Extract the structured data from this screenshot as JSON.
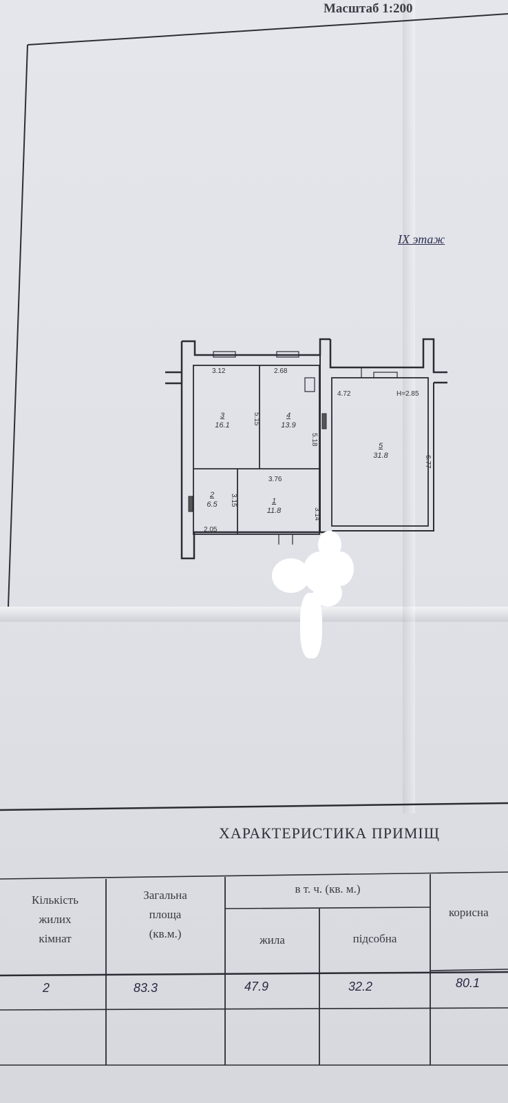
{
  "header": {
    "scale": "Масштаб   1:200"
  },
  "floor_label": "IX  этаж",
  "plan": {
    "rooms": [
      {
        "num": "1",
        "area": "11.8"
      },
      {
        "num": "2",
        "area": "6.5"
      },
      {
        "num": "3",
        "area": "16.1"
      },
      {
        "num": "4",
        "area": "13.9"
      },
      {
        "num": "5",
        "area": "31.8"
      }
    ],
    "dims": {
      "d312": "3.12",
      "d268": "2.68",
      "d472": "4.72",
      "h285": "H=2.85",
      "d515": "5.15",
      "d518": "5.18",
      "d677": "6.77",
      "d376": "3.76",
      "d315": "3.15",
      "d314": "3.14",
      "d205": "2.05"
    }
  },
  "characteristics": {
    "title": "ХАРАКТЕРИСТИКА ПРИМІЩ",
    "headers": {
      "rooms": [
        "Кількість",
        "жилих",
        "кімнат"
      ],
      "total": [
        "Загальна",
        "площа",
        "(кв.м.)"
      ],
      "incl": "в т. ч. (кв. м.)",
      "living": "жила",
      "aux": "підсобна",
      "useful": "корисна"
    },
    "row": {
      "rooms": "2",
      "total": "83.3",
      "living": "47.9",
      "aux": "32.2",
      "useful": "80.1"
    }
  }
}
